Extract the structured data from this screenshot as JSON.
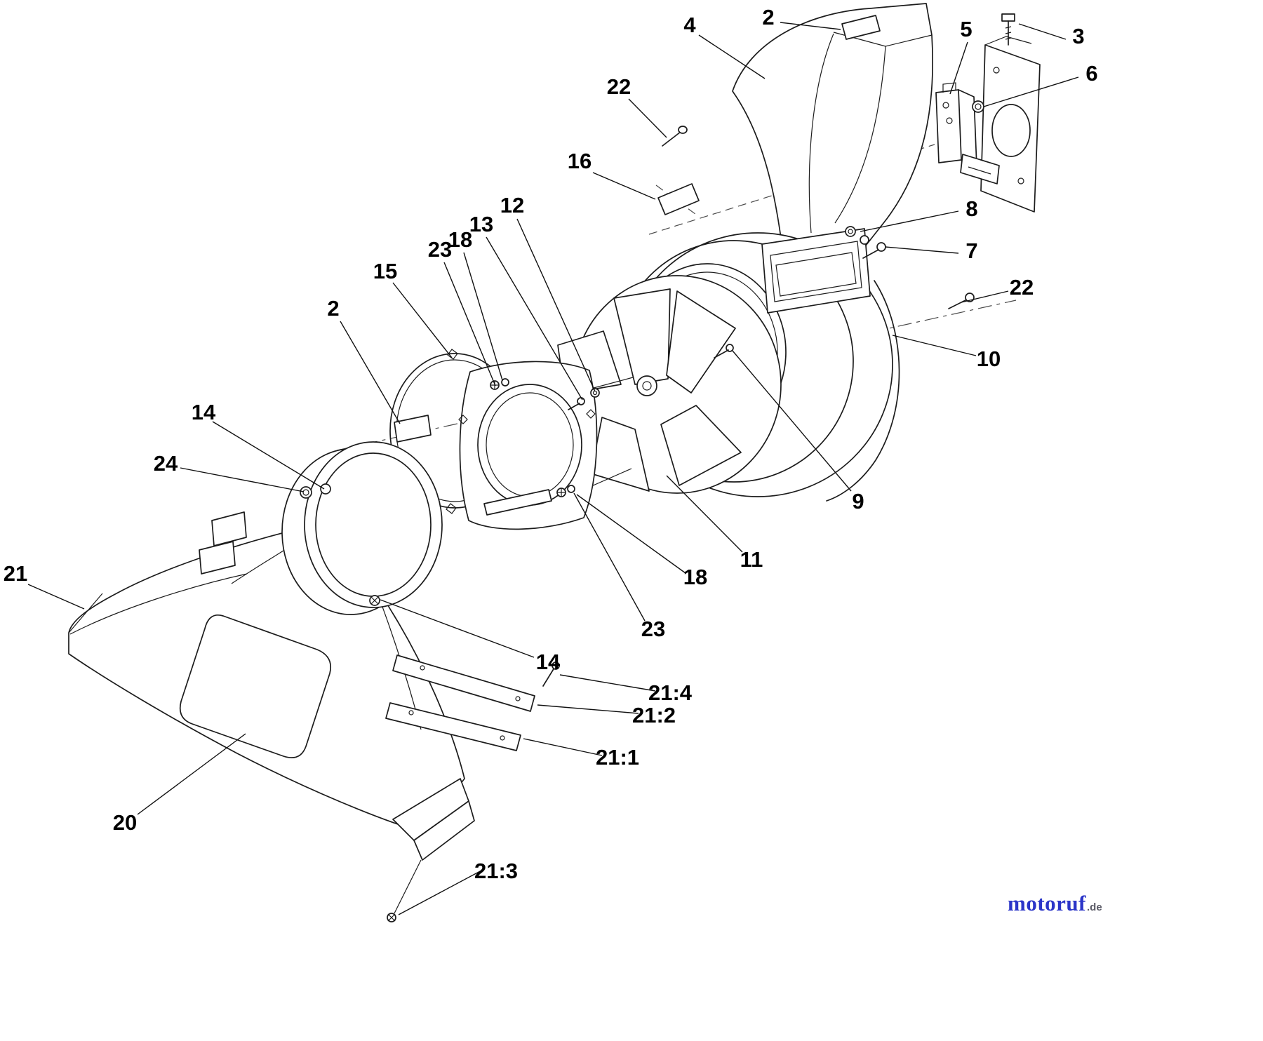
{
  "page": {
    "background": "#ffffff"
  },
  "watermark": {
    "brand": "motoruf",
    "suffix": ".de",
    "brand_color": "#2b35c8"
  },
  "diagram": {
    "type": "exploded-parts-diagram",
    "callouts": [
      {
        "label": "2"
      },
      {
        "label": "4"
      },
      {
        "label": "5"
      },
      {
        "label": "3"
      },
      {
        "label": "6"
      },
      {
        "label": "22"
      },
      {
        "label": "16"
      },
      {
        "label": "8"
      },
      {
        "label": "7"
      },
      {
        "label": "12"
      },
      {
        "label": "13"
      },
      {
        "label": "18"
      },
      {
        "label": "23"
      },
      {
        "label": "15"
      },
      {
        "label": "2"
      },
      {
        "label": "22"
      },
      {
        "label": "10"
      },
      {
        "label": "14"
      },
      {
        "label": "24"
      },
      {
        "label": "9"
      },
      {
        "label": "11"
      },
      {
        "label": "18"
      },
      {
        "label": "23"
      },
      {
        "label": "21"
      },
      {
        "label": "14"
      },
      {
        "label": "21:4"
      },
      {
        "label": "21:2"
      },
      {
        "label": "21:1"
      },
      {
        "label": "20"
      },
      {
        "label": "21:3"
      }
    ]
  }
}
